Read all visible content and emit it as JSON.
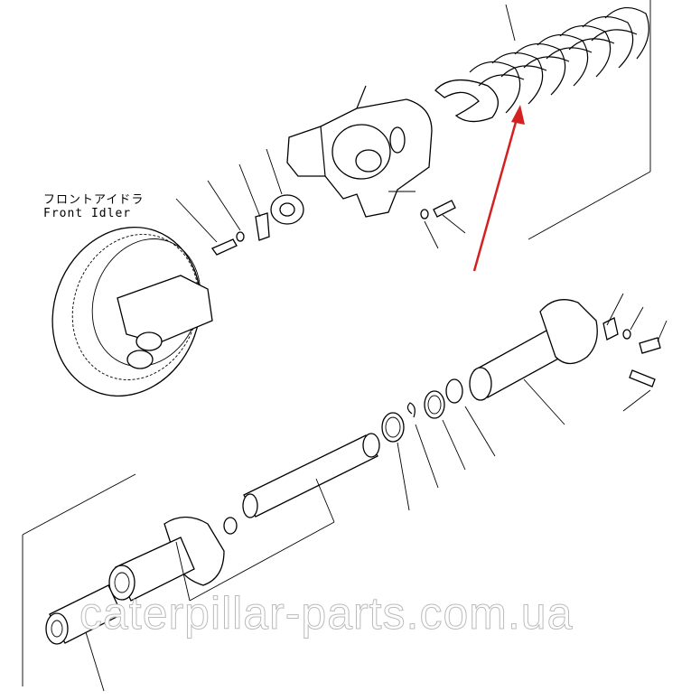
{
  "diagram": {
    "label_jp": "フロントアイドラ",
    "label_en": "Front Idler",
    "watermark": "caterpillar-parts.com.ua",
    "arrow_color": "#d42020"
  }
}
